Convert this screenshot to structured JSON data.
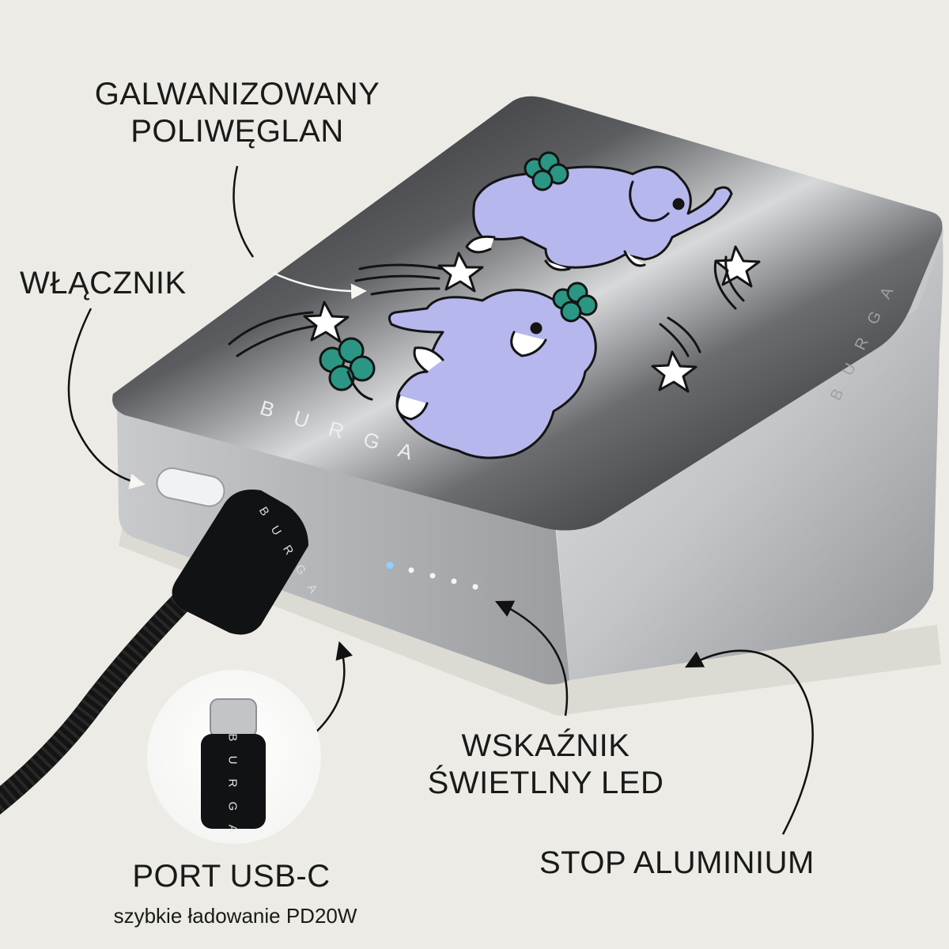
{
  "labels": {
    "material_top": [
      "GALWANIZOWANY",
      "POLIWĘGLAN"
    ],
    "power_button": "WŁĄCZNIK",
    "port": "PORT USB-C",
    "port_sub": "szybkie ładowanie PD20W",
    "led": [
      "WSKAŹNIK",
      "ŚWIETLNY LED"
    ],
    "body_material": "STOP ALUMINIUM"
  },
  "brand": {
    "logo_front": "B U R G A",
    "logo_side": "B U R G A",
    "logo_cable": "B U R G A",
    "logo_inset": "B U R G A"
  },
  "led_indicator": {
    "lit": 1,
    "total": 5
  },
  "colors": {
    "background": "#ecebe5",
    "aluminium": "#b9bbbe",
    "panel_dark": "#1e1f21",
    "elephant": "#b5b6ec",
    "clover": "#2b9683",
    "cable": "#141414",
    "led_on": "#8fd0ff"
  }
}
